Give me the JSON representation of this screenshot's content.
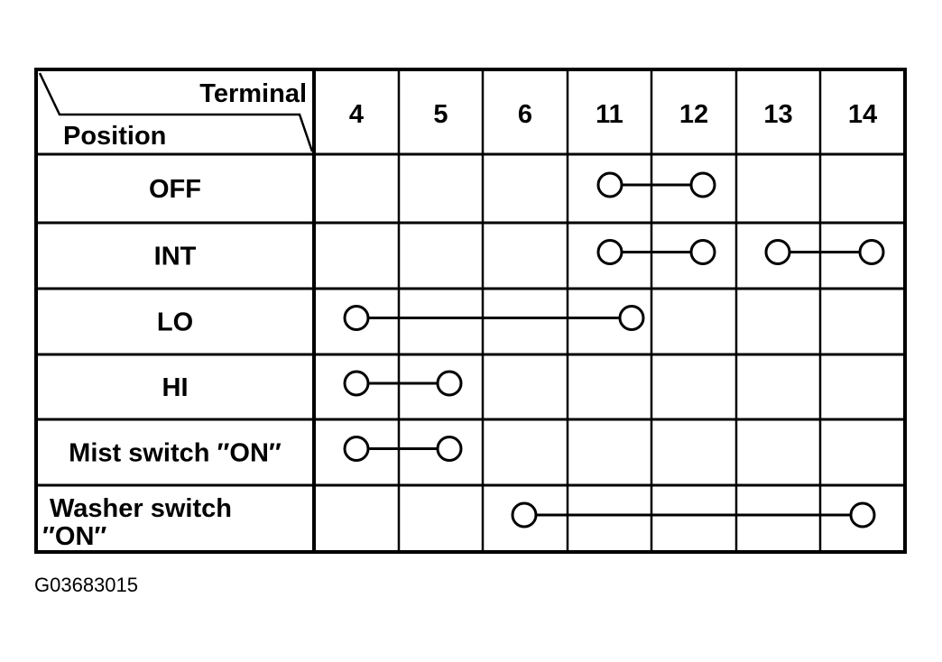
{
  "header": {
    "terminal_label": "Terminal",
    "position_label": "Position"
  },
  "terminals": [
    "4",
    "5",
    "6",
    "11",
    "12",
    "13",
    "14"
  ],
  "rows": [
    {
      "label": [
        "OFF"
      ],
      "connections": [
        [
          "11",
          "12"
        ]
      ]
    },
    {
      "label": [
        "INT"
      ],
      "connections": [
        [
          "11",
          "12"
        ],
        [
          "13",
          "14"
        ]
      ]
    },
    {
      "label": [
        "LO"
      ],
      "connections": [
        [
          "4",
          "11"
        ]
      ]
    },
    {
      "label": [
        "HI"
      ],
      "connections": [
        [
          "4",
          "5"
        ]
      ]
    },
    {
      "label": [
        "Mist switch ″ON″"
      ],
      "connections": [
        [
          "4",
          "5"
        ]
      ]
    },
    {
      "label": [
        "Washer switch",
        "″ON″"
      ],
      "connections": [
        [
          "6",
          "14"
        ]
      ]
    }
  ],
  "caption": "G03683015"
}
